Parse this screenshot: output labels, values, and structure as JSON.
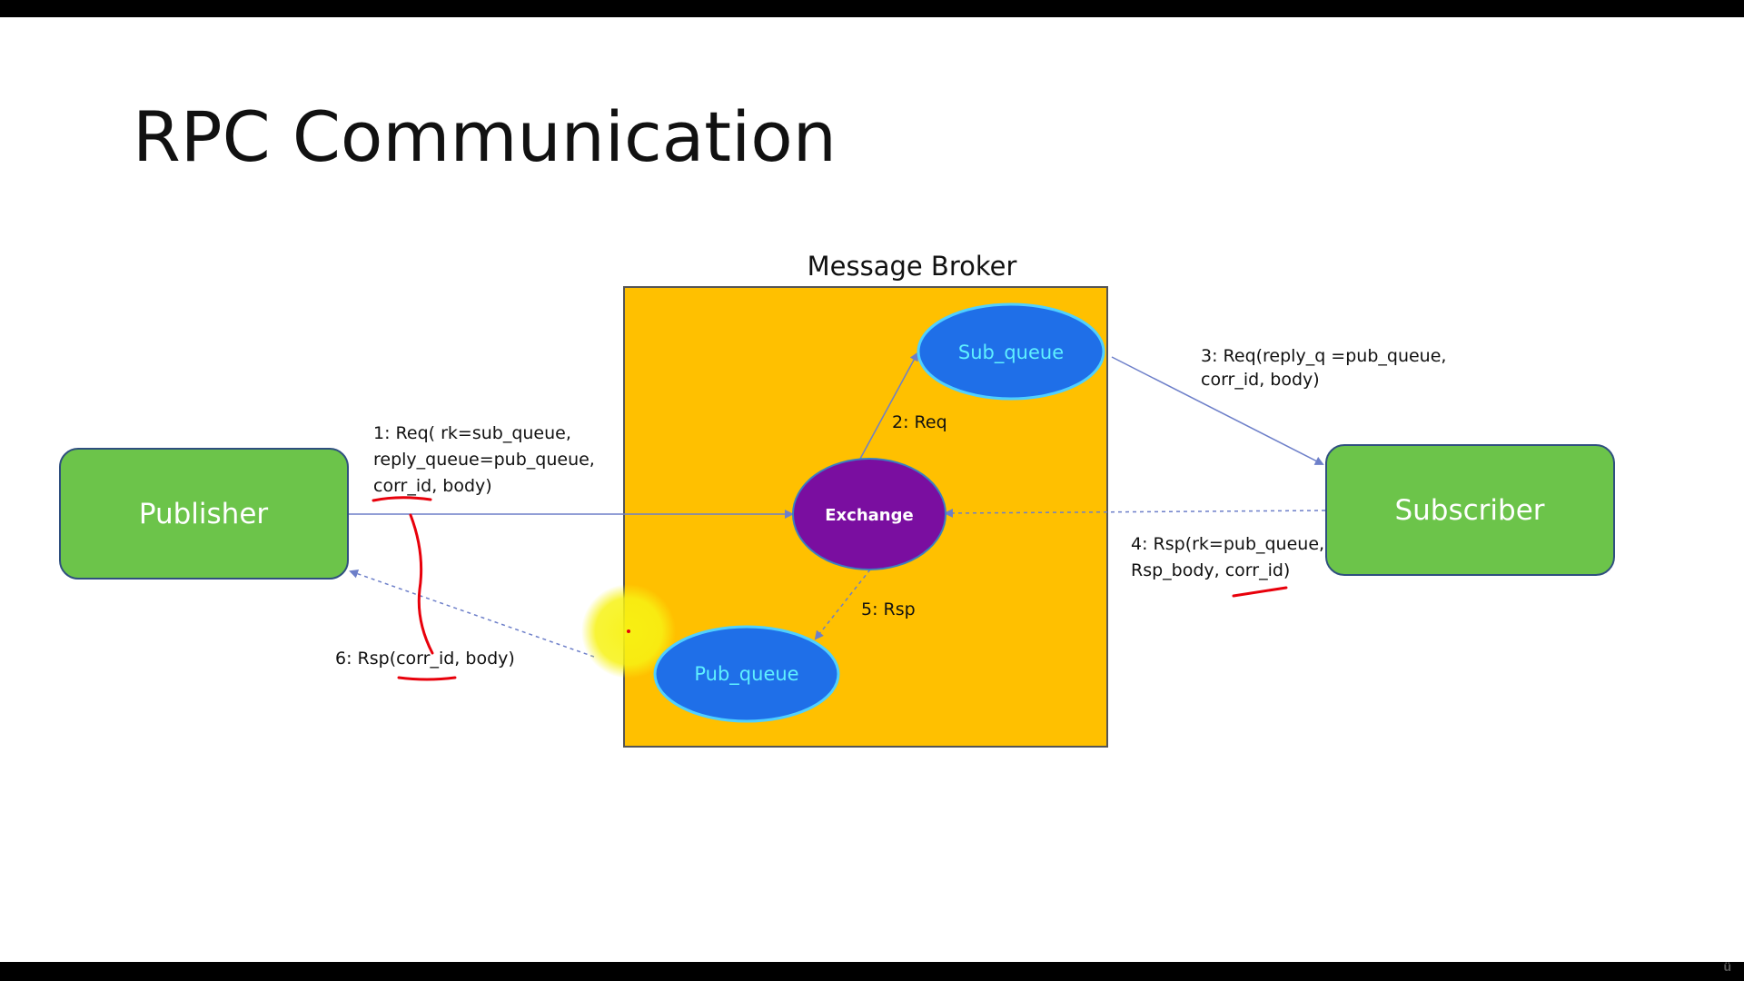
{
  "title": "RPC Communication",
  "broker": {
    "label": "Message Broker"
  },
  "nodes": {
    "publisher": "Publisher",
    "subscriber": "Subscriber",
    "exchange": "Exchange",
    "sub_queue": "Sub_queue",
    "pub_queue": "Pub_queue"
  },
  "steps": {
    "step1": [
      "1: Req( rk=sub_queue,",
      "reply_queue=pub_queue,",
      "corr_id, body)"
    ],
    "step2": "2: Req",
    "step3": [
      "3: Req(reply_q =pub_queue,",
      "corr_id, body)"
    ],
    "step4": [
      "4: Rsp(rk=pub_queue,",
      "Rsp_body, corr_id)"
    ],
    "step5": "5: Rsp",
    "step6": "6: Rsp(corr_id, body)"
  },
  "colors": {
    "node_green": "#6cc44a",
    "node_border": "#2f4f7f",
    "broker_fill": "#ffc000",
    "queue_blue": "#1f6fe8",
    "queue_text": "#5ff0ff",
    "exchange_purple": "#7a0ea0",
    "arrow": "#6d7fc9",
    "annotation_red": "#e8000b",
    "pointer_yellow": "#f7f214"
  },
  "icons": {
    "brand": "udemy-logo"
  }
}
